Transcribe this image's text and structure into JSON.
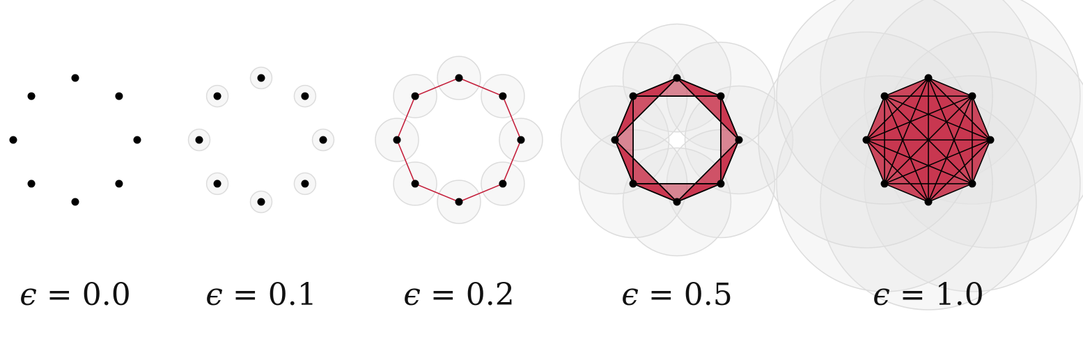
{
  "figure": {
    "num_points": 8,
    "colors": {
      "ball_fill": "#e5e5e5",
      "ball_stroke": "#dcdcdc",
      "edge_color": "#c41e3a",
      "triangle_fill": "#c41e3a",
      "point_color": "#000000"
    },
    "panels": [
      {
        "epsilon": 0.0,
        "label_symbol": "ϵ",
        "label_eq": " = ",
        "label_value": "0.0",
        "show_balls": false,
        "edges": "none",
        "fill": "none"
      },
      {
        "epsilon": 0.1,
        "label_symbol": "ϵ",
        "label_eq": " = ",
        "label_value": "0.1",
        "show_balls": true,
        "edges": "none",
        "fill": "none"
      },
      {
        "epsilon": 0.2,
        "label_symbol": "ϵ",
        "label_eq": " = ",
        "label_value": "0.2",
        "show_balls": true,
        "edges": "neighbors",
        "fill": "none"
      },
      {
        "epsilon": 0.5,
        "label_symbol": "ϵ",
        "label_eq": " = ",
        "label_value": "0.5",
        "show_balls": true,
        "edges": "skip2",
        "fill": "partial"
      },
      {
        "epsilon": 1.0,
        "label_symbol": "ϵ",
        "label_eq": " = ",
        "label_value": "1.0",
        "show_balls": true,
        "edges": "complete",
        "fill": "full"
      }
    ]
  }
}
